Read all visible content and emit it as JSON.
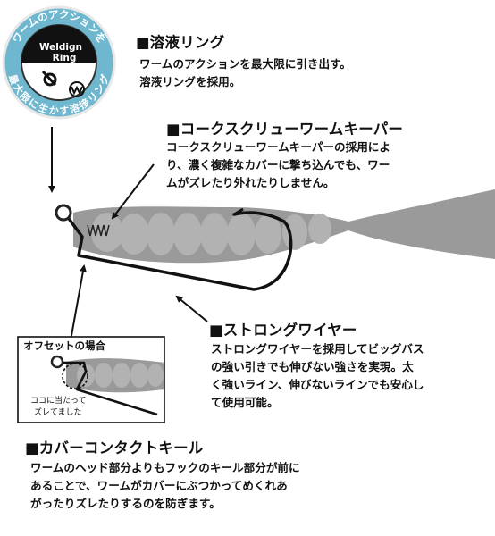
{
  "badge": {
    "top_arc": "ワームのアクションを",
    "bottom_arc": "最大限に生かす溶接リング",
    "center_line1": "Weldign",
    "center_line2": "Ring",
    "ring_color": "#6fb7cf"
  },
  "features": {
    "weld_ring": {
      "heading": "■溶液リング",
      "lines": [
        "ワームのアクションを最大限に引き出す。",
        "溶液リングを採用。"
      ]
    },
    "corkscrew": {
      "heading": "■コークスクリューワームキーパー",
      "lines": [
        "コークスクリューワームキーパーの採用によ",
        "り、濃く複雑なカバーに撃ち込んでも、ワー",
        "ムがズレたり外れたりしません。"
      ]
    },
    "strong_wire": {
      "heading": "■ストロングワイヤー",
      "lines": [
        "ストロングワイヤーを採用してビッグバス",
        "の強い引きでも伸びない強さを実現。太",
        "く強いライン、伸びないラインでも安心し",
        "て使用可能。"
      ]
    },
    "cover_keel": {
      "heading": "■カバーコンタクトキール",
      "lines": [
        "ワームのヘッド部分よりもフックのキール部分が前に",
        "あることで、ワームがカバーにぶつかってめくれあ",
        "がったりズレたりするのを防ぎます。"
      ]
    }
  },
  "inset": {
    "title": "オフセットの場合",
    "note_line1": "ココに当たって",
    "note_line2": "ズレてました"
  }
}
